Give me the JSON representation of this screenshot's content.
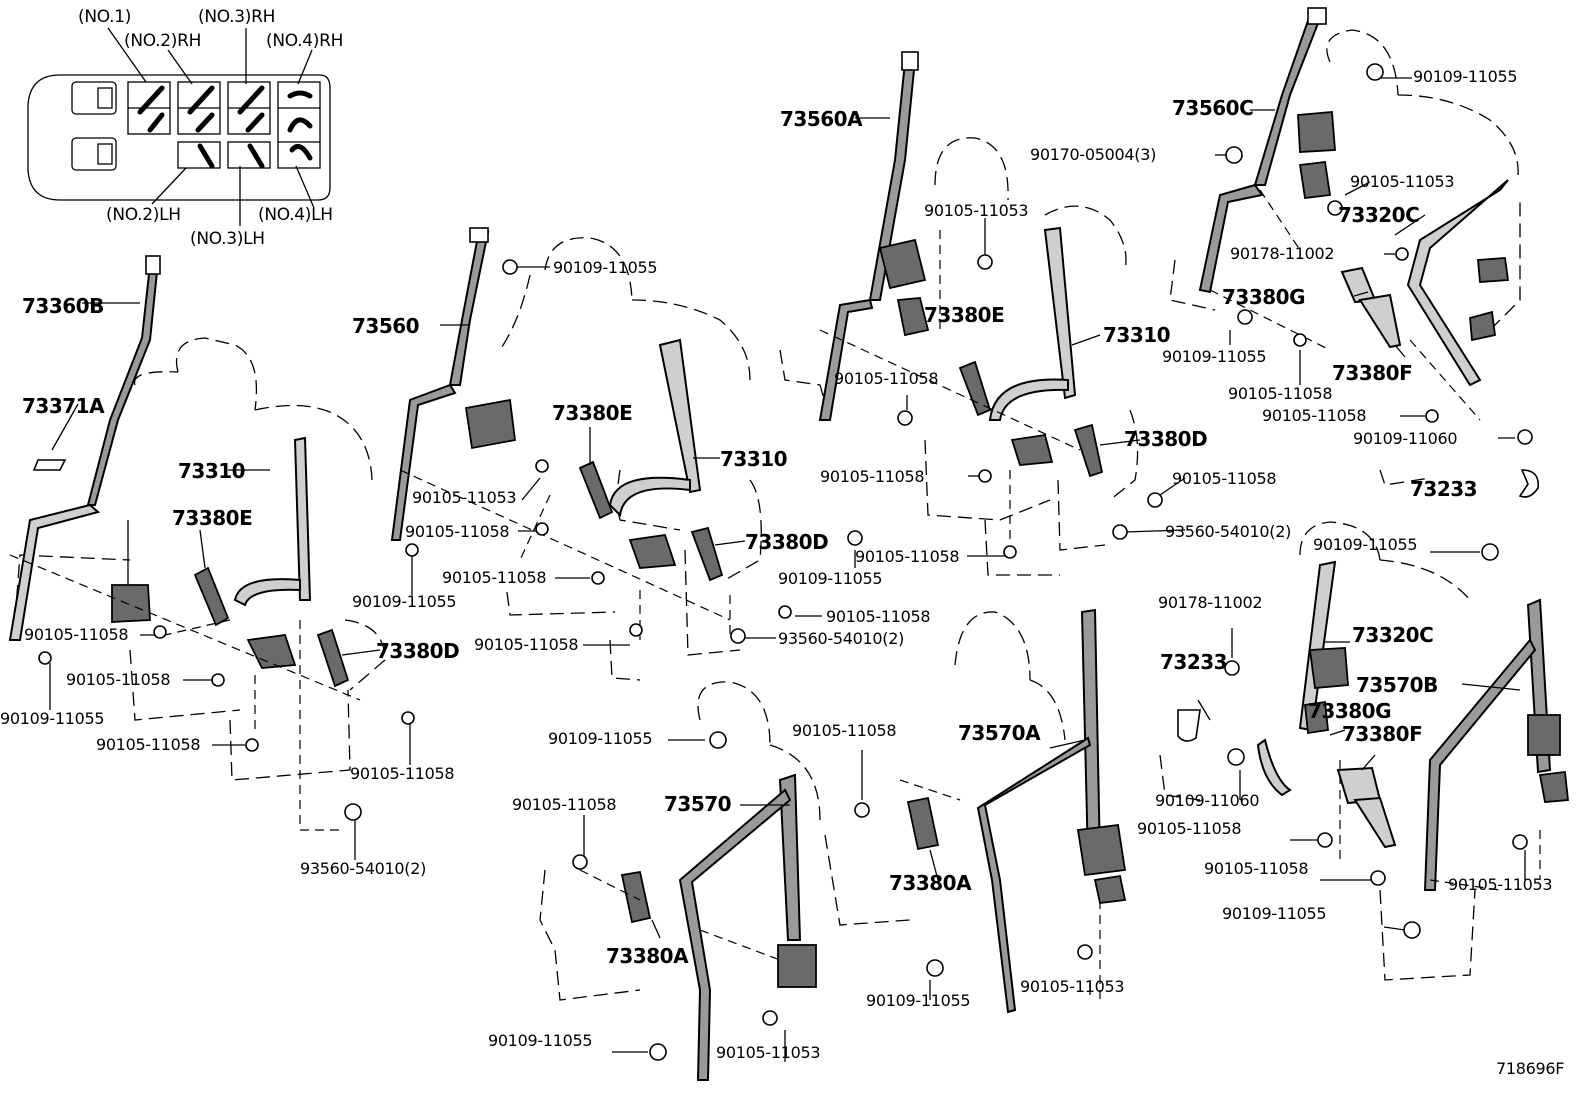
{
  "key_map": {
    "labels": {
      "no1": "(NO.1)",
      "no2rh": "(NO.2)RH",
      "no3rh": "(NO.3)RH",
      "no4rh": "(NO.4)RH",
      "no2lh": "(NO.2)LH",
      "no3lh": "(NO.3)LH",
      "no4lh": "(NO.4)LH"
    }
  },
  "assy_1": {
    "shoulder_belt": "73360B",
    "cover": "73371A",
    "outer_belt_lh": "73310",
    "buckle_e": "73380E",
    "buckle_d": "73380D",
    "bolt_a": "90105-11058",
    "bolt_b": "90105-11058",
    "bolt_c": "90105-11058",
    "bolt_d": "90105-11058",
    "bolt_e": "90109-11055",
    "bolt_f": "93560-54010(2)"
  },
  "assy_2": {
    "shoulder_belt": "73560",
    "outer_belt": "73310",
    "buckle_e": "73380E",
    "buckle_d": "73380D",
    "bolt_top": "90109-11055",
    "bolt_a": "90105-11053",
    "bolt_b": "90105-11058",
    "bolt_c": "90105-11058",
    "bolt_d": "90105-11058",
    "bolt_e": "90105-11058",
    "bolt_f": "90109-11055",
    "bolt_g": "93560-54010(2)"
  },
  "assy_3": {
    "shoulder_belt": "73560A",
    "outer_belt": "73310",
    "buckle_e": "73380E",
    "buckle_d": "73380D",
    "bolt_top": "90105-11053",
    "bolt_a": "90105-11058",
    "bolt_b": "90105-11058",
    "bolt_c": "90109-11055",
    "bolt_d": "90105-11058",
    "bolt_e": "90105-11058",
    "bolt_f": "93560-54010(2)"
  },
  "assy_4": {
    "shoulder_belt": "73560C",
    "outer_belt": "73320C",
    "buckle_g": "73380G",
    "buckle_f": "73380F",
    "cover": "73233",
    "bolt_top": "90109-11055",
    "nut_a": "90170-05004(3)",
    "bolt_a": "90105-11053",
    "clip_a": "90178-11002",
    "bolt_b": "90109-11055",
    "bolt_c": "90105-11058",
    "bolt_d": "90105-11058",
    "bolt_e": "90109-11060"
  },
  "assy_5": {
    "rear_belt": "73570",
    "buckle_a": "73380A",
    "bolt_top": "90109-11055",
    "bolt_a": "90105-11058",
    "bolt_b": "90109-11055",
    "bolt_c": "90105-11053"
  },
  "assy_6": {
    "rear_belt": "73570A",
    "buckle_a": "73380A",
    "bolt_a": "90105-11058",
    "bolt_b": "90109-11055",
    "bolt_c": "90105-11053"
  },
  "assy_7": {
    "rear_belt": "73570B",
    "outer_belt": "73320C",
    "buckle_g": "73380G",
    "buckle_f": "73380F",
    "cover": "73233",
    "clip_a": "90178-11002",
    "bolt_top": "90109-11055",
    "bolt_a": "90109-11060",
    "bolt_b": "90105-11058",
    "bolt_c": "90105-11058",
    "bolt_d": "90109-11055",
    "bolt_e": "90105-11053"
  },
  "figure_ref": "718696F"
}
